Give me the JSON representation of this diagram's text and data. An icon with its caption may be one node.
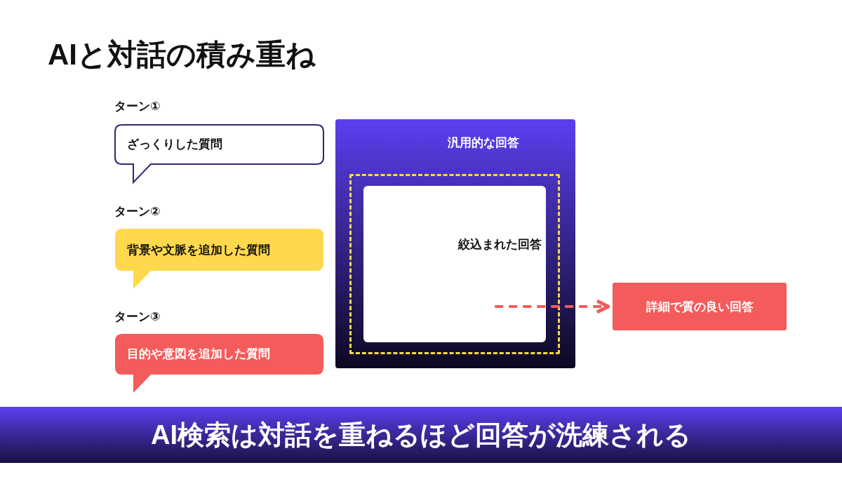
{
  "diagram": {
    "title": "AIと対話の積み重ね",
    "caption": "AI検索は対話を重ねるほど回答が洗練される",
    "nodes": [
      {
        "text": [
          "ざっくりした質問"
        ],
        "beside": [
          "ターン①"
        ]
      },
      {
        "text": [
          "背景や文脈を追加した質問"
        ],
        "beside": [
          "ターン②"
        ]
      },
      {
        "text": [
          "目的や意図を追加した質問"
        ],
        "beside": [
          "ターン③"
        ]
      },
      {
        "text": [
          "汎用的な回答"
        ]
      },
      {
        "text": [
          "絞込まれた回答"
        ],
        "in": 3
      },
      {
        "text": [
          "詳細で質の良い回答"
        ]
      }
    ],
    "edges": [
      {
        "from": 4,
        "to": 5,
        "arrow": "to",
        "style": "dashed",
        "color": "#f45b5b"
      }
    ]
  }
}
